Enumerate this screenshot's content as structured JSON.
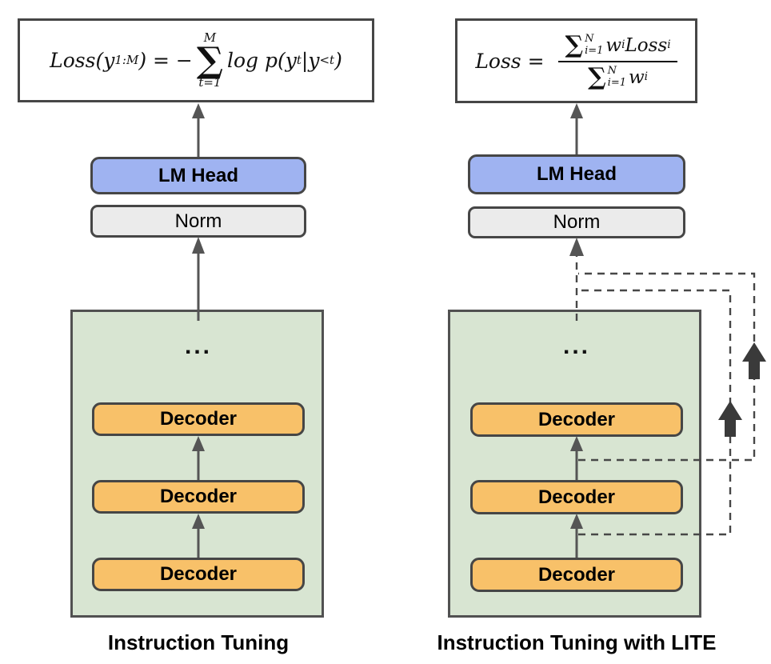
{
  "left": {
    "title": "Instruction Tuning",
    "lm_head": "LM Head",
    "norm": "Norm",
    "dots": "...",
    "decoders": [
      "Decoder",
      "Decoder",
      "Decoder"
    ],
    "formula": {
      "lhs": "Loss(y",
      "lhs_sub": "1:M",
      "eq": ") = −",
      "sigma": "∑",
      "sum_upper": "M",
      "sum_lower": "t=1",
      "term": "log p(y",
      "term_sub": "t",
      "bar": "|y",
      "bar_sub": "<t",
      "close": ")"
    }
  },
  "right": {
    "title": "Instruction Tuning with LITE",
    "lm_head": "LM Head",
    "norm": "Norm",
    "dots": "...",
    "decoders": [
      "Decoder",
      "Decoder",
      "Decoder"
    ],
    "formula": {
      "lhs": "Loss = ",
      "sigma": "∑",
      "sup": "N",
      "sub": "i=1",
      "num_w": "w",
      "num_w_sub": "i",
      "num_loss": "Loss",
      "num_loss_sub": "i",
      "den_w": "w",
      "den_w_sub": "i"
    }
  },
  "colors": {
    "lm_head_fill": "#9fb3f1",
    "norm_fill": "#ebebeb",
    "decoder_fill": "#f8c169",
    "panel_fill": "#d8e5d2",
    "border": "#464646",
    "line": "#555555",
    "dashed": "#474747",
    "block_arrow": "#3a3a3a"
  }
}
